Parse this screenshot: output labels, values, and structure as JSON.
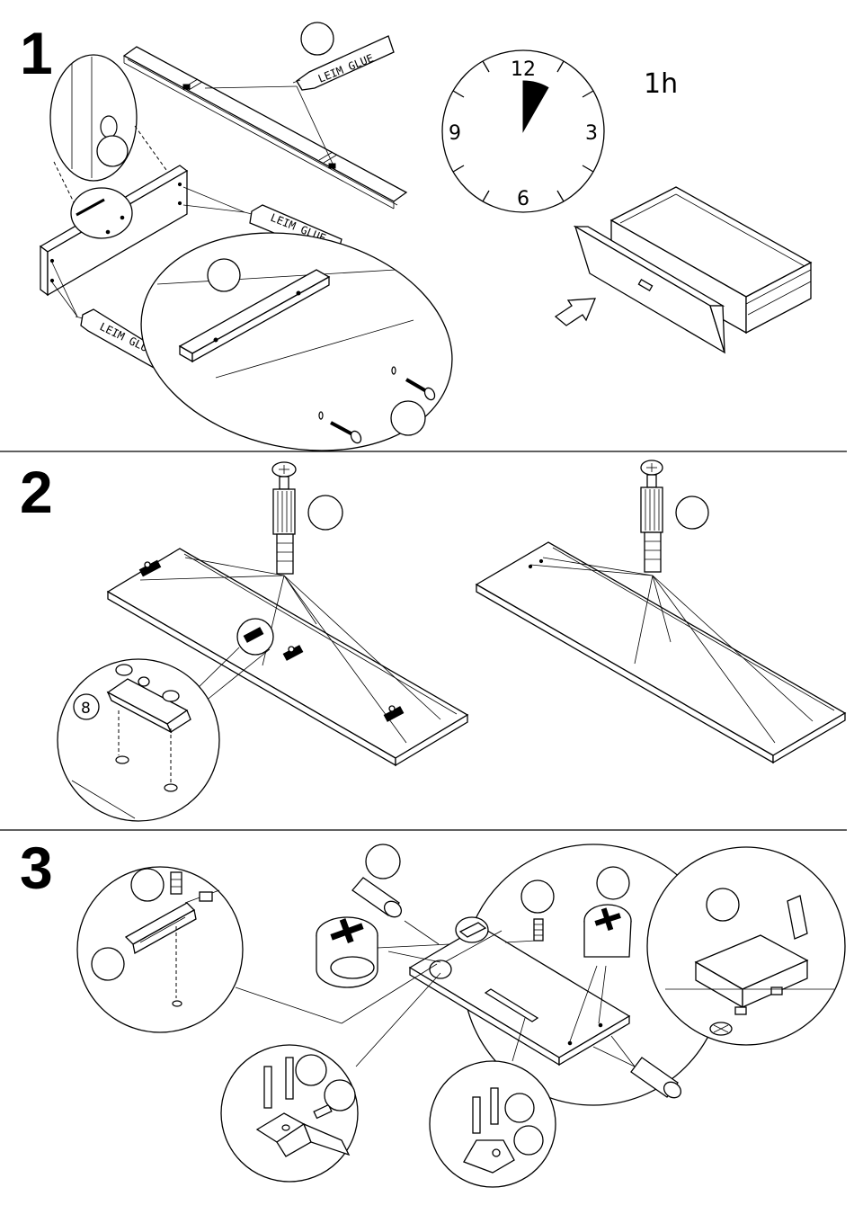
{
  "steps": [
    {
      "number": "1"
    },
    {
      "number": "2"
    },
    {
      "number": "3"
    }
  ],
  "step1": {
    "glue_labels": [
      "LEIM GLUE",
      "LEIM GLUE",
      "LEIM GLUE"
    ],
    "clock": {
      "numbers": [
        "12",
        "3",
        "6",
        "9"
      ],
      "elapsed_fraction": 0.083
    },
    "duration": "1h"
  },
  "step2": {
    "detail_callout": "8"
  },
  "icons": [
    "glue-tube-icon",
    "clock-icon",
    "insert-arrow-icon",
    "screw-icon",
    "cam-lock-icon",
    "dowel-icon",
    "hinge-icon",
    "drawer-runner-icon"
  ]
}
